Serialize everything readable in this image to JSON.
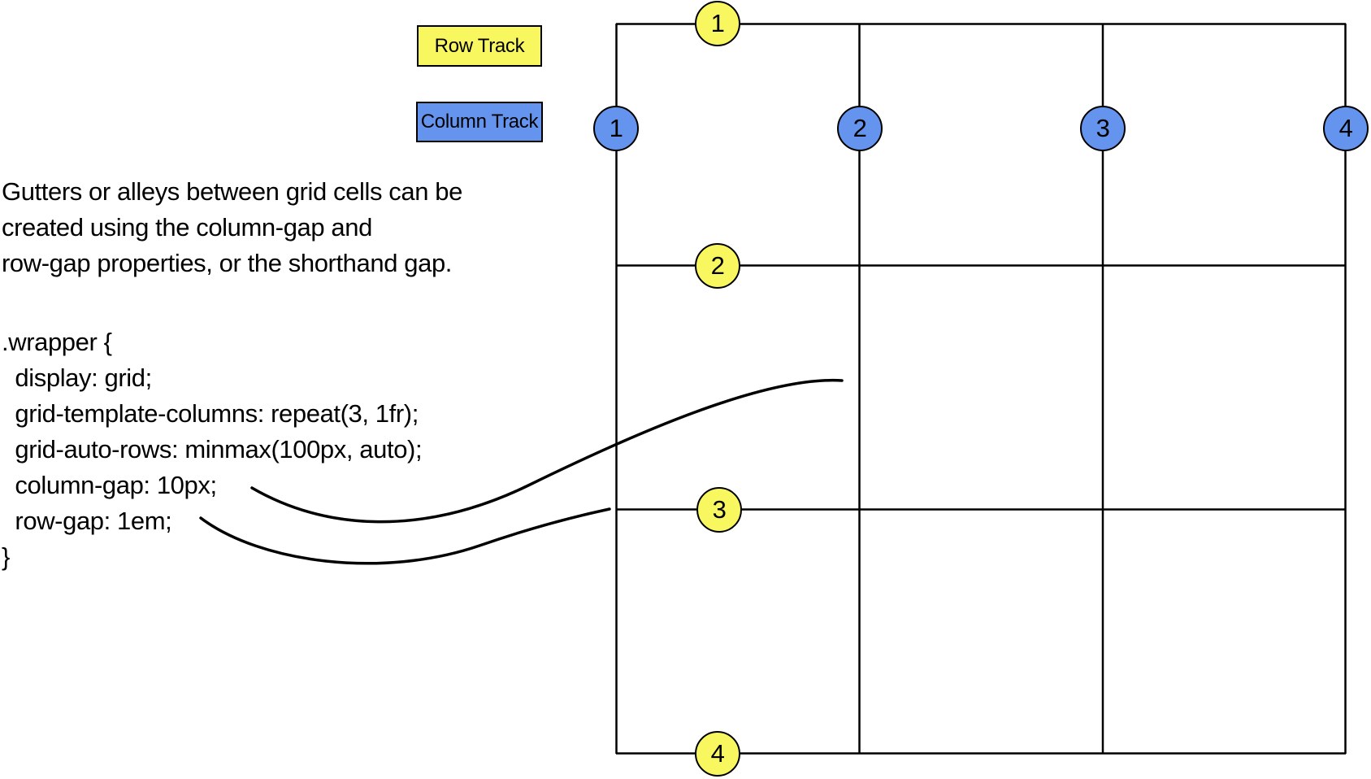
{
  "legend": {
    "row_track": {
      "label": "Row Track",
      "color": "#F8F75F"
    },
    "column_track": {
      "label": "Column Track",
      "color": "#6494EE"
    }
  },
  "description": {
    "line1": "Gutters or alleys between grid cells can be",
    "line2": "created using the column-gap and",
    "line3": "row-gap properties, or the shorthand gap."
  },
  "code": {
    "lines": [
      ".wrapper {",
      "  display: grid;",
      "  grid-template-columns: repeat(3, 1fr);",
      "  grid-auto-rows: minmax(100px, auto);",
      "  column-gap: 10px;",
      "  row-gap: 1em;",
      "}"
    ]
  },
  "grid_diagram": {
    "rows": 3,
    "columns": 3,
    "row_line_numbers": [
      "1",
      "2",
      "3",
      "4"
    ],
    "column_line_numbers": [
      "1",
      "2",
      "3",
      "4"
    ],
    "row_marker_color": "#F8F75F",
    "column_marker_color": "#6494EE",
    "line_color": "#000000"
  }
}
